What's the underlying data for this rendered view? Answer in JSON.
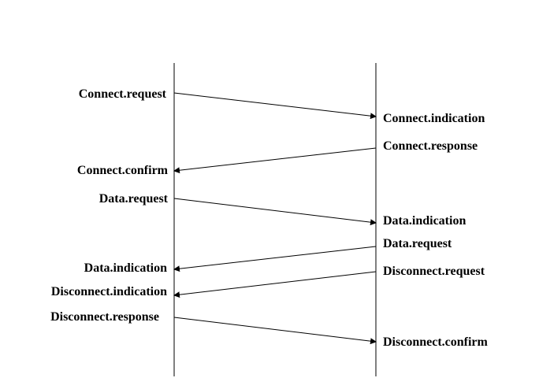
{
  "diagram": {
    "lifelines": [
      {
        "id": "left"
      },
      {
        "id": "right"
      }
    ],
    "messages": [
      {
        "from": "left",
        "to": "right",
        "source_label": "Connect.request",
        "target_label": "Connect.indication"
      },
      {
        "from": "right",
        "to": "left",
        "source_label": "Connect.response",
        "target_label": "Connect.confirm"
      },
      {
        "from": "left",
        "to": "right",
        "source_label": "Data.request",
        "target_label": "Data.indication"
      },
      {
        "from": "right",
        "to": "left",
        "source_label": "Data.request",
        "target_label": "Data.indication"
      },
      {
        "from": "right",
        "to": "left",
        "source_label": "Disconnect.request",
        "target_label": "Disconnect.indication"
      },
      {
        "from": "left",
        "to": "right",
        "source_label": "Disconnect.response",
        "target_label": "Disconnect.confirm"
      }
    ],
    "colors": {
      "line": "#000000",
      "text": "#000000",
      "background": "#ffffff"
    }
  }
}
